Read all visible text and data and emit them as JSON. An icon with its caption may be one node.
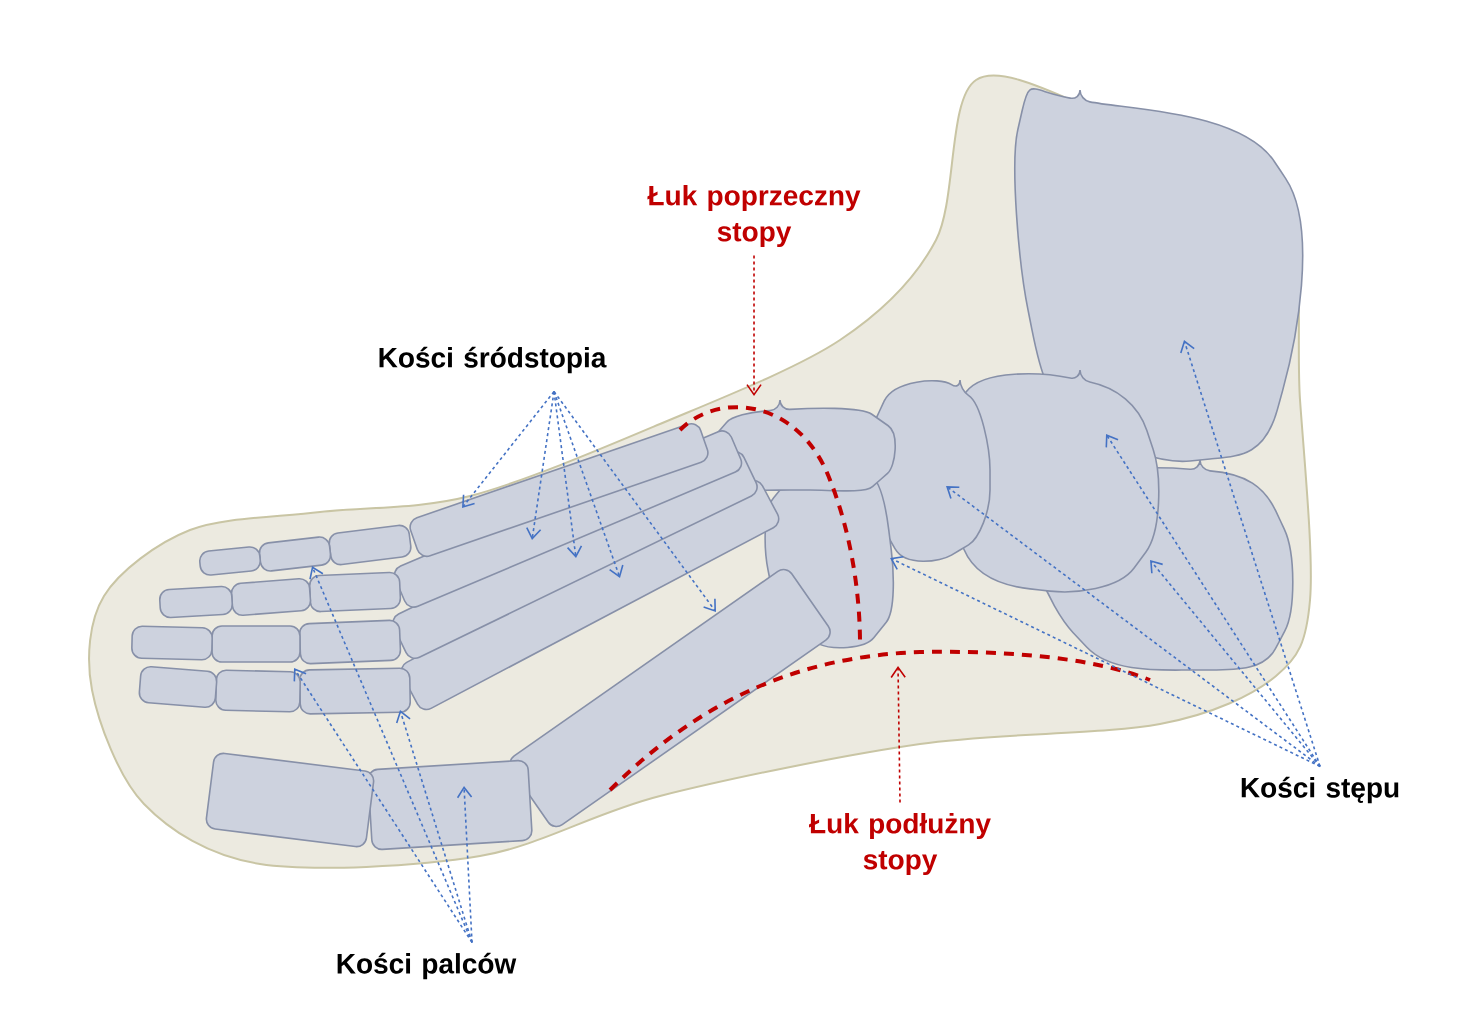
{
  "diagram": {
    "nodes": [
      {
        "text": [
          "Łuk poprzeczny stopy"
        ]
      },
      {
        "text": [
          "Kości śródstopia"
        ]
      },
      {
        "text": [
          "Łuk podłużny stopy"
        ]
      },
      {
        "text": [
          "Kości stępu"
        ]
      },
      {
        "text": [
          "Kości palców"
        ]
      }
    ],
    "edges": [
      {
        "from": 0,
        "to": null,
        "arrow": "to",
        "color": "#c00000"
      },
      {
        "from": 1,
        "to": null,
        "arrow": "to"
      },
      {
        "from": 1,
        "to": null,
        "arrow": "to"
      },
      {
        "from": 1,
        "to": null,
        "arrow": "to"
      },
      {
        "from": 1,
        "to": null,
        "arrow": "to"
      },
      {
        "from": 1,
        "to": null,
        "arrow": "to"
      },
      {
        "from": 2,
        "to": null,
        "arrow": "to",
        "color": "#c00000"
      },
      {
        "from": 3,
        "to": null,
        "arrow": "to"
      },
      {
        "from": 3,
        "to": null,
        "arrow": "to"
      },
      {
        "from": 3,
        "to": null,
        "arrow": "to"
      },
      {
        "from": 3,
        "to": null,
        "arrow": "to"
      },
      {
        "from": 3,
        "to": null,
        "arrow": "to"
      },
      {
        "from": 4,
        "to": null,
        "arrow": "to"
      },
      {
        "from": 4,
        "to": null,
        "arrow": "to"
      },
      {
        "from": 4,
        "to": null,
        "arrow": "to"
      },
      {
        "from": 4,
        "to": null,
        "arrow": "to"
      }
    ]
  }
}
